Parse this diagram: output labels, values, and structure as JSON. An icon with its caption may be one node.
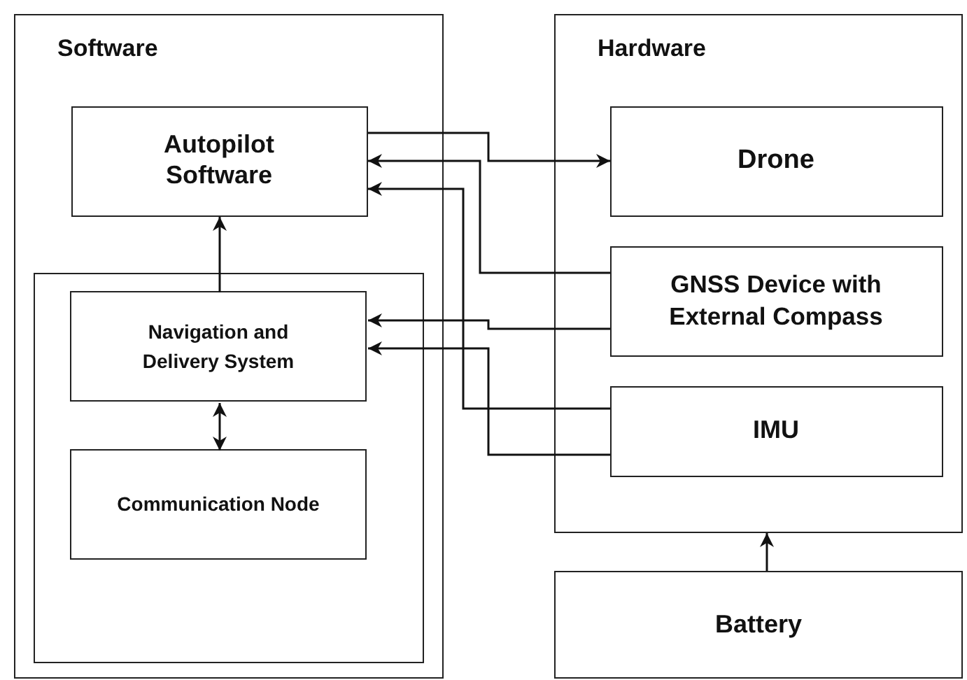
{
  "diagram": {
    "nodes": [
      {
        "text": [
          "Software"
        ]
      },
      {
        "text": [
          "Autopilot Software"
        ],
        "in": 0
      },
      {
        "text": [],
        "shape": "box",
        "in": 0
      },
      {
        "text": [
          "Navigation and Delivery System"
        ],
        "in": 2
      },
      {
        "text": [
          "Communication Node"
        ],
        "in": 2
      },
      {
        "text": [
          "Hardware"
        ]
      },
      {
        "text": [
          "Drone"
        ],
        "in": 5
      },
      {
        "text": [
          "GNSS Device with External Compass"
        ],
        "in": 5
      },
      {
        "text": [
          "IMU"
        ],
        "in": 5
      },
      {
        "text": [
          "Battery"
        ]
      }
    ],
    "edges": [
      {
        "from": 1,
        "to": 6,
        "arrow": "to"
      },
      {
        "from": 7,
        "to": 1,
        "arrow": "to"
      },
      {
        "from": 8,
        "to": 1,
        "arrow": "to"
      },
      {
        "from": 7,
        "to": 3,
        "arrow": "to"
      },
      {
        "from": 8,
        "to": 3,
        "arrow": "to"
      },
      {
        "from": 3,
        "to": 1,
        "arrow": "to"
      },
      {
        "from": 3,
        "to": 4,
        "arrow": "both"
      },
      {
        "from": 9,
        "to": 5,
        "arrow": "to"
      }
    ]
  }
}
